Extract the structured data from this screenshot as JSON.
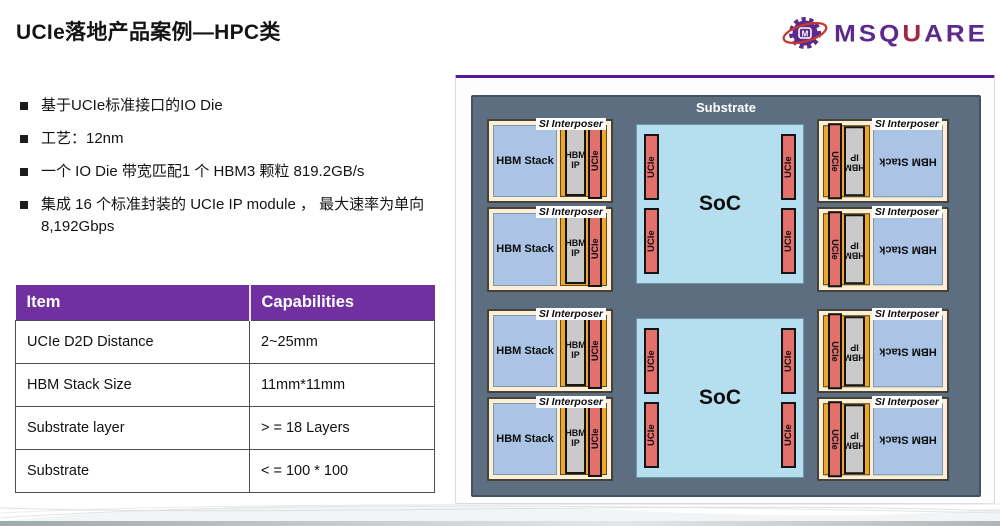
{
  "header": {
    "title": "UCIe落地产品案例—HPC类",
    "logo": {
      "pre": "MSQ",
      "mid": "U",
      "post": "ARE"
    }
  },
  "bullets": {
    "items": [
      "基于UCIe标准接口的IO Die",
      "工艺：12nm",
      "一个 IO Die 带宽匹配1 个 HBM3 颗粒 819.2GB/s",
      "集成 16 个标准封装的 UCIe IP module ， 最大速率为单向 8,192Gbps"
    ]
  },
  "table": {
    "headers": [
      "Item",
      "Capabilities"
    ],
    "rows": [
      [
        "UCIe D2D Distance",
        "2~25mm"
      ],
      [
        "HBM Stack Size",
        "11mm*11mm"
      ],
      [
        "Substrate layer",
        "> = 18 Layers"
      ],
      [
        "Substrate",
        "< = 100 * 100"
      ]
    ]
  },
  "diagram": {
    "substrate_label": "Substrate",
    "soc_label": "SoC",
    "ucie_label": "UCIe",
    "interposer_label": "SI Interposer",
    "hbm_stack_label": "HBM Stack",
    "hbm_ip_label": "HBM IP"
  },
  "colors": {
    "accent_purple": "#541b9b",
    "table_header_purple": "#7030a0",
    "substrate_slate": "#5d6e81",
    "soc_cyan": "#b5dfee",
    "hbm_stack_blue": "#abc4e6",
    "interposer_cream": "#fcefd4",
    "interposer_orange": "#f2a52b",
    "ucie_red": "#e2716b",
    "hbm_ip_gray": "#cacaca",
    "logo_purple": "#5b2a8c",
    "logo_red": "#a22745"
  }
}
